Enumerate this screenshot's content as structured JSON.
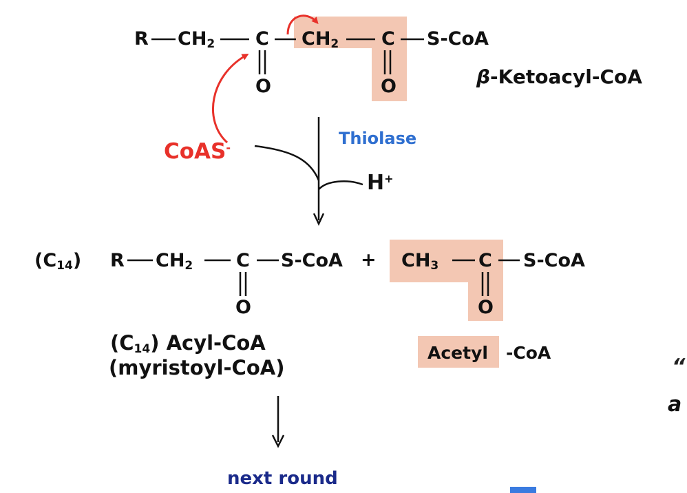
{
  "reactant": {
    "r": "R",
    "ch2a": "CH",
    "sub2": "2",
    "c1": "C",
    "ch2b": "CH",
    "c2": "C",
    "scoa": "S-CoA",
    "o": "O",
    "name_prefix": "β",
    "name_rest": "-Ketoacyl-CoA"
  },
  "enzyme": "Thiolase",
  "coas": {
    "main": "CoAS",
    "charge": "-"
  },
  "proton": {
    "main": "H",
    "charge": "+"
  },
  "product1": {
    "label": "(C",
    "label_sub": "14",
    "label_close": ")",
    "r": "R",
    "ch2": "CH",
    "c": "C",
    "scoa": "S-CoA",
    "o": "O",
    "plus": "+",
    "name_line1": "(C",
    "name_line1_sub": "14",
    "name_line1_rest": ") Acyl-CoA",
    "name_line2": "(myristoyl-CoA)"
  },
  "product2": {
    "ch3": "CH",
    "sub3": "3",
    "c": "C",
    "scoa": "S-CoA",
    "o": "O",
    "acetyl": "Acetyl",
    "coa": "-CoA"
  },
  "next": "next round",
  "fragments": {
    "quote": "“",
    "a": "a"
  },
  "colors": {
    "highlight": "#f3c7b3",
    "red": "#e8312a",
    "blue": "#2f6fd0",
    "navy": "#1a2a8a"
  }
}
